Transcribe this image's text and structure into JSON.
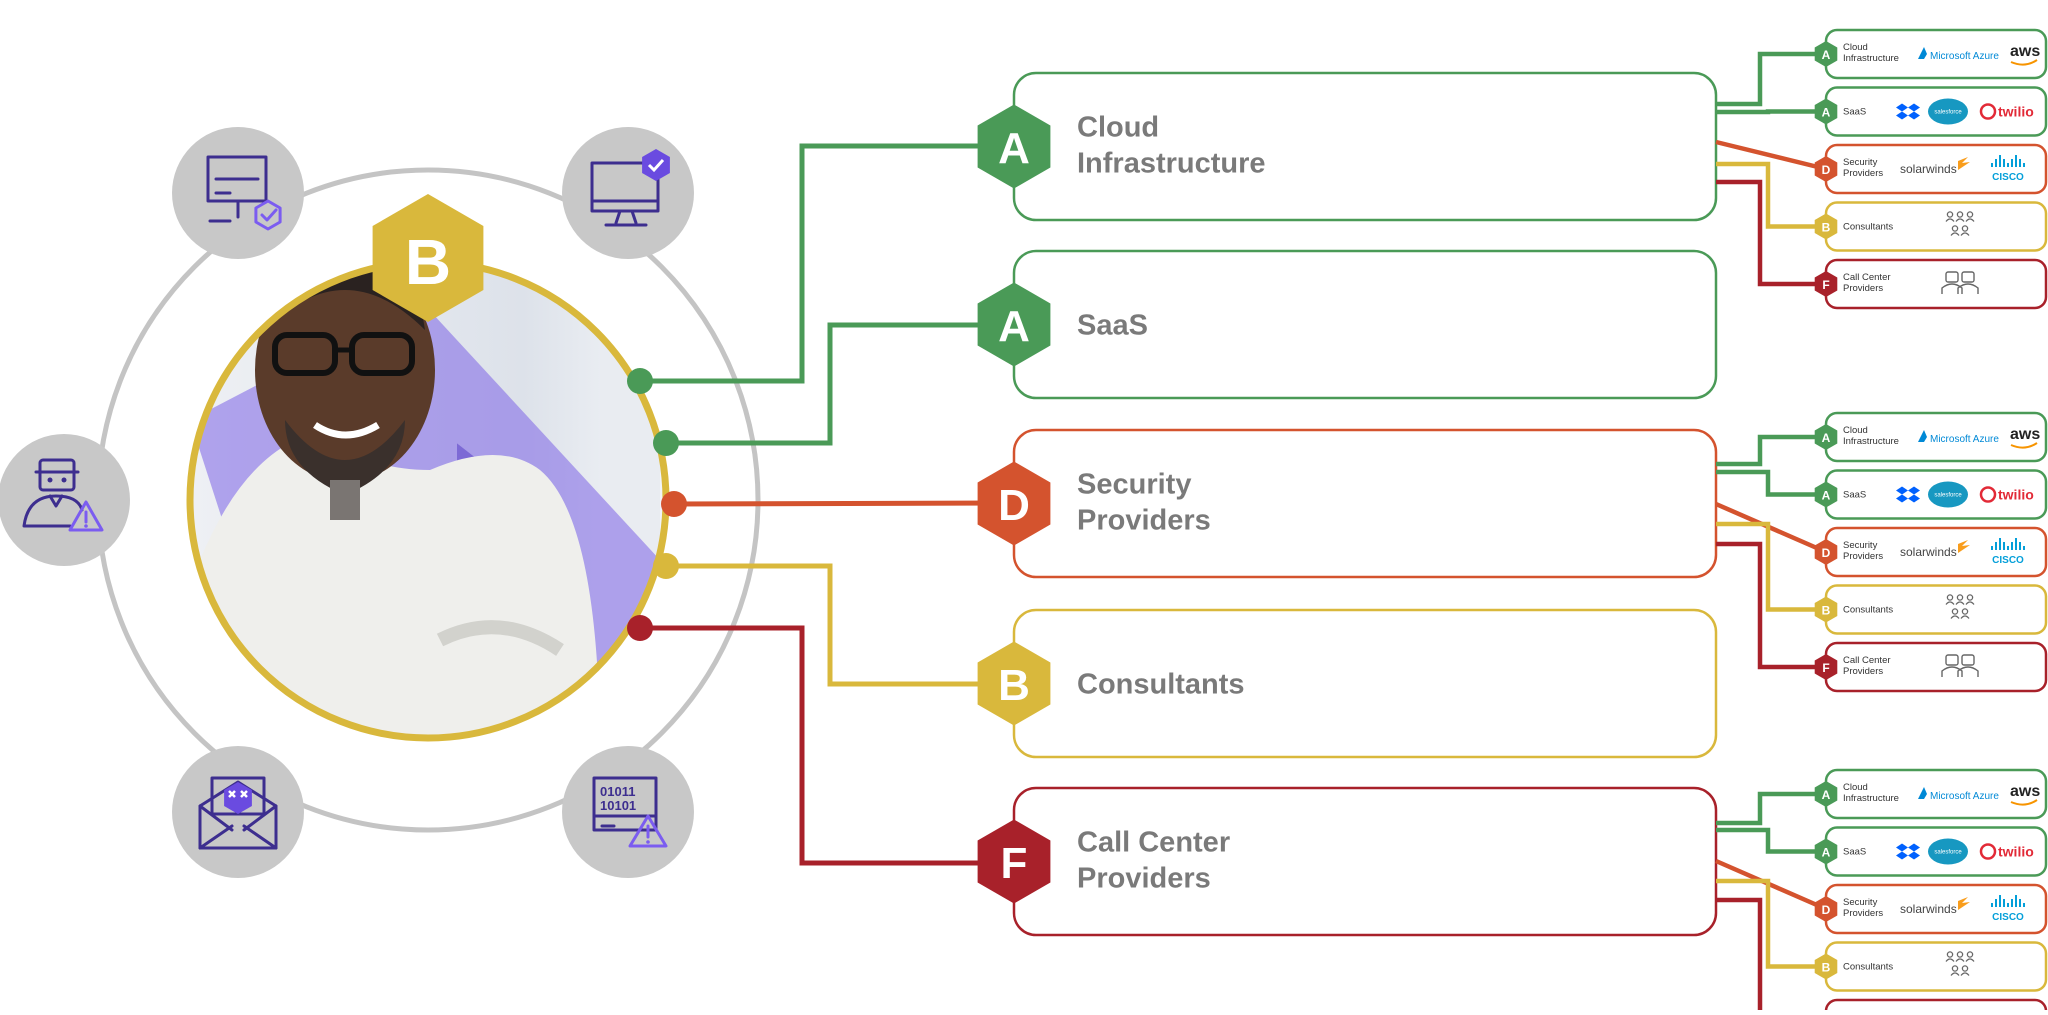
{
  "center": {
    "grade": "B",
    "grade_color": "#d9b83c"
  },
  "colors": {
    "A": "#4a9a57",
    "B": "#d9b83c",
    "D": "#d4532e",
    "F": "#a8212a",
    "icon_circle": "#c8c8c8",
    "icon_stroke": "#3d2e8f",
    "icon_accent": "#7b5cf0",
    "title_gray": "#7a7a7a"
  },
  "threat_icons": [
    {
      "name": "server-shield-icon"
    },
    {
      "name": "monitor-check-icon"
    },
    {
      "name": "user-warning-icon"
    },
    {
      "name": "phishing-email-icon"
    },
    {
      "name": "binary-warning-icon"
    }
  ],
  "categories": [
    {
      "grade": "A",
      "title_lines": [
        "Cloud",
        "Infrastructure"
      ],
      "has_subtree": true
    },
    {
      "grade": "A",
      "title_lines": [
        "SaaS"
      ],
      "has_subtree": false
    },
    {
      "grade": "D",
      "title_lines": [
        "Security",
        "Providers"
      ],
      "has_subtree": true
    },
    {
      "grade": "B",
      "title_lines": [
        "Consultants"
      ],
      "has_subtree": false
    },
    {
      "grade": "F",
      "title_lines": [
        "Call Center",
        "Providers"
      ],
      "has_subtree": true
    }
  ],
  "mini_rows": [
    {
      "grade": "A",
      "label_lines": [
        "Cloud",
        "Infrastructure"
      ],
      "logos": [
        "Microsoft Azure",
        "aws"
      ]
    },
    {
      "grade": "A",
      "label_lines": [
        "SaaS"
      ],
      "logos": [
        "dropbox",
        "salesforce",
        "twilio"
      ]
    },
    {
      "grade": "D",
      "label_lines": [
        "Security",
        "Providers"
      ],
      "logos": [
        "solarwinds",
        "cisco"
      ]
    },
    {
      "grade": "B",
      "label_lines": [
        "Consultants"
      ],
      "logos": [
        "people-group"
      ]
    },
    {
      "grade": "F",
      "label_lines": [
        "Call Center",
        "Providers"
      ],
      "logos": [
        "agents"
      ]
    }
  ],
  "logo_text": {
    "azure": "Microsoft Azure",
    "aws": "aws",
    "salesforce": "salesforce",
    "twilio": "twilio",
    "solarwinds": "solarwinds",
    "cisco": "CISCO"
  }
}
